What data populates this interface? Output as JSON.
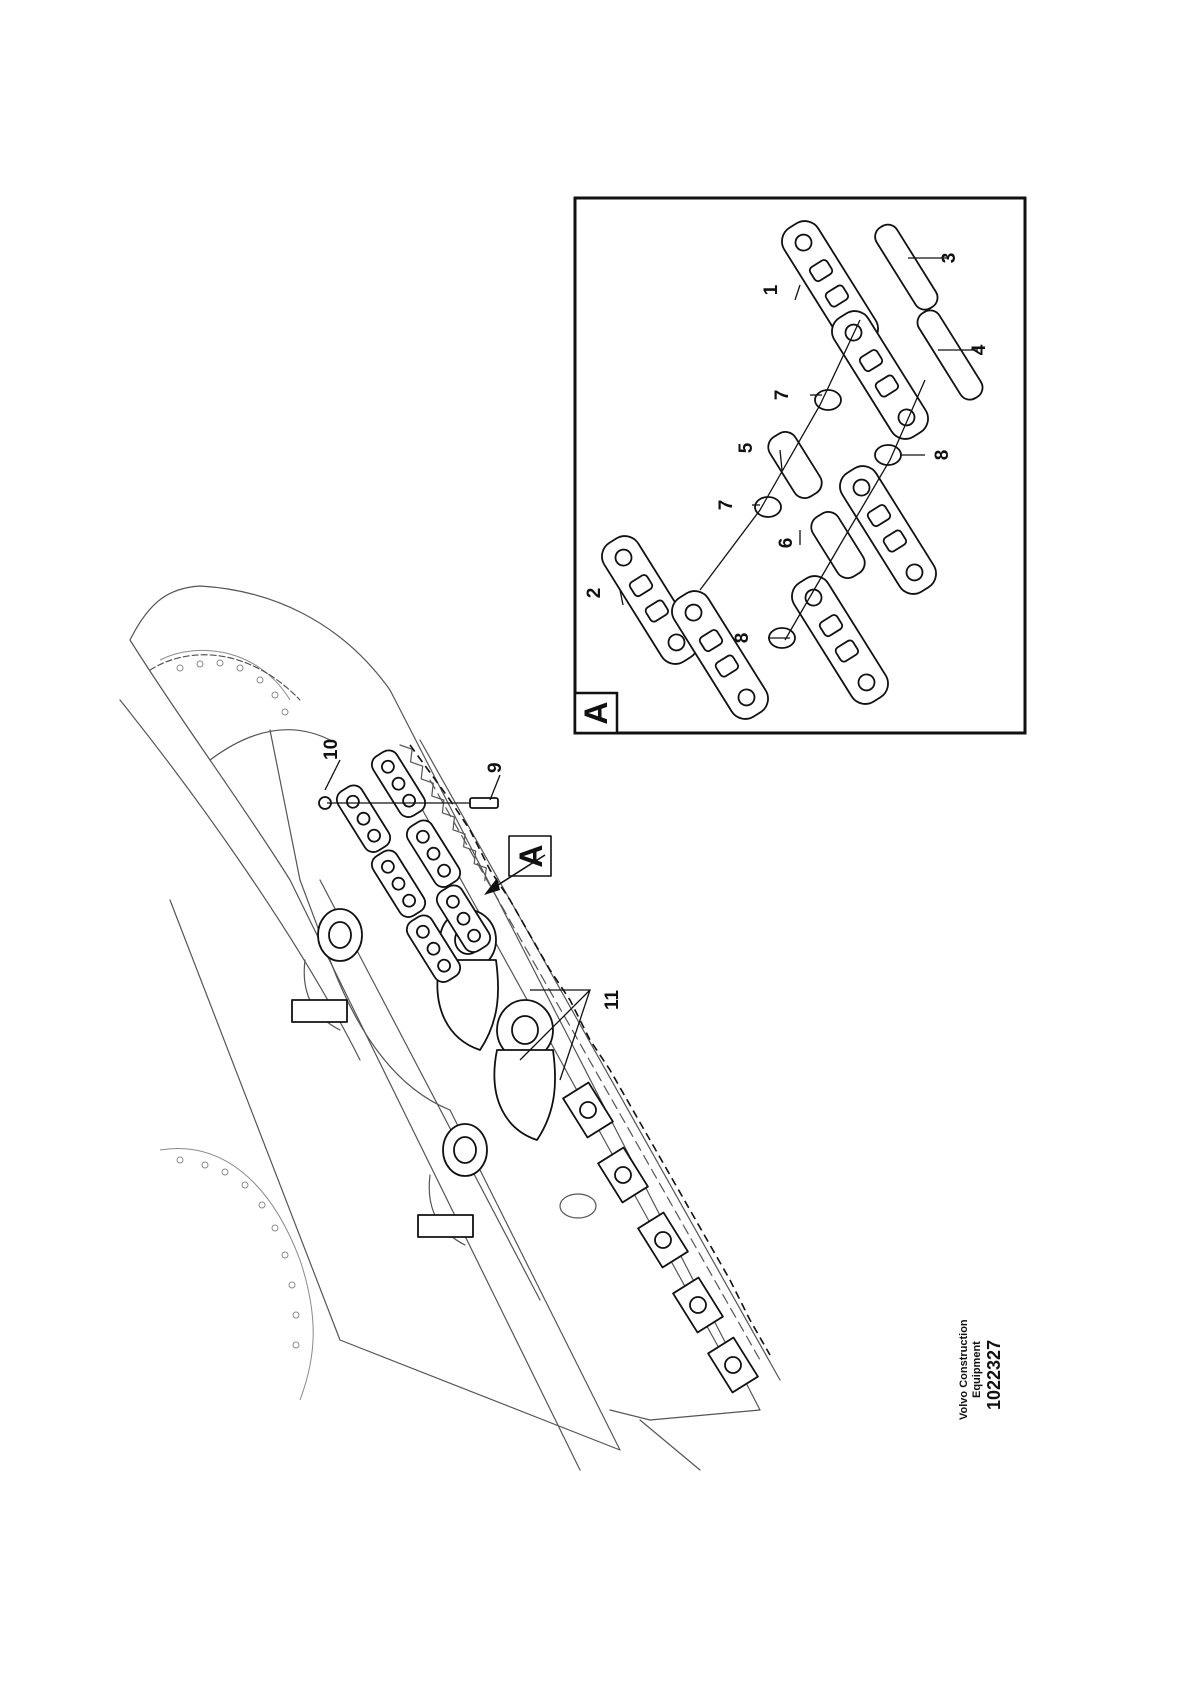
{
  "callouts": {
    "c1": "1",
    "c2": "2",
    "c3": "3",
    "c4": "4",
    "c5": "5",
    "c6": "6",
    "c7": "7",
    "c8": "8",
    "c9": "9",
    "c10": "10",
    "c11": "11"
  },
  "detail_label": "A",
  "footer": {
    "brand_line1": "Volvo Construction",
    "brand_line2": "Equipment",
    "part_number": "1022327"
  }
}
